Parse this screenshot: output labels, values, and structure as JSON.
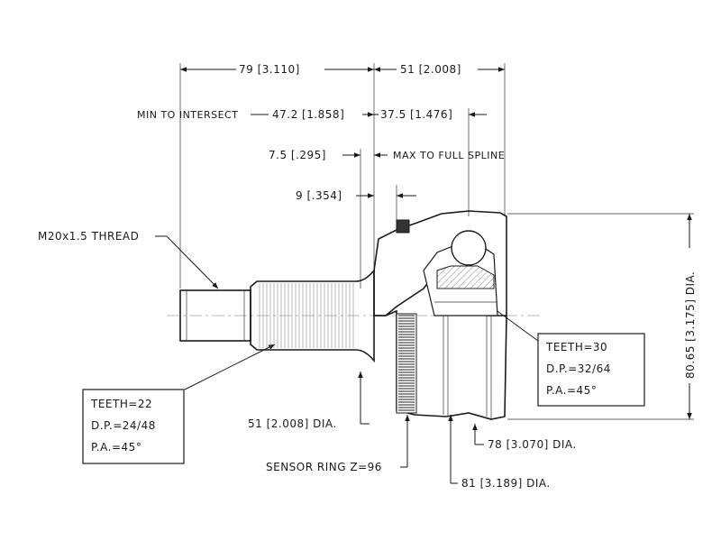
{
  "dimensions": {
    "top_79": "79 [3.110]",
    "top_51": "51 [2.008]",
    "min_intersect": "MIN TO INTERSECT",
    "d_47": "47.2 [1.858]",
    "d_37": "37.5 [1.476]",
    "d_7_5": "7.5 [.295]",
    "max_full_spline": "MAX TO FULL SPLINE",
    "d_9": "9 [.354]",
    "thread": "M20x1.5 THREAD",
    "dia_51": "51 [2.008] DIA.",
    "sensor_ring": "SENSOR RING Z=96",
    "dia_78": "78 [3.070] DIA.",
    "dia_81": "81 [3.189] DIA.",
    "dia_80": "80.65 [3.175] DIA."
  },
  "spec_left": {
    "teeth": "TEETH=22",
    "dp": "D.P.=24/48",
    "pa": "P.A.=45°"
  },
  "spec_right": {
    "teeth": "TEETH=30",
    "dp": "D.P.=32/64",
    "pa": "P.A.=45°"
  }
}
